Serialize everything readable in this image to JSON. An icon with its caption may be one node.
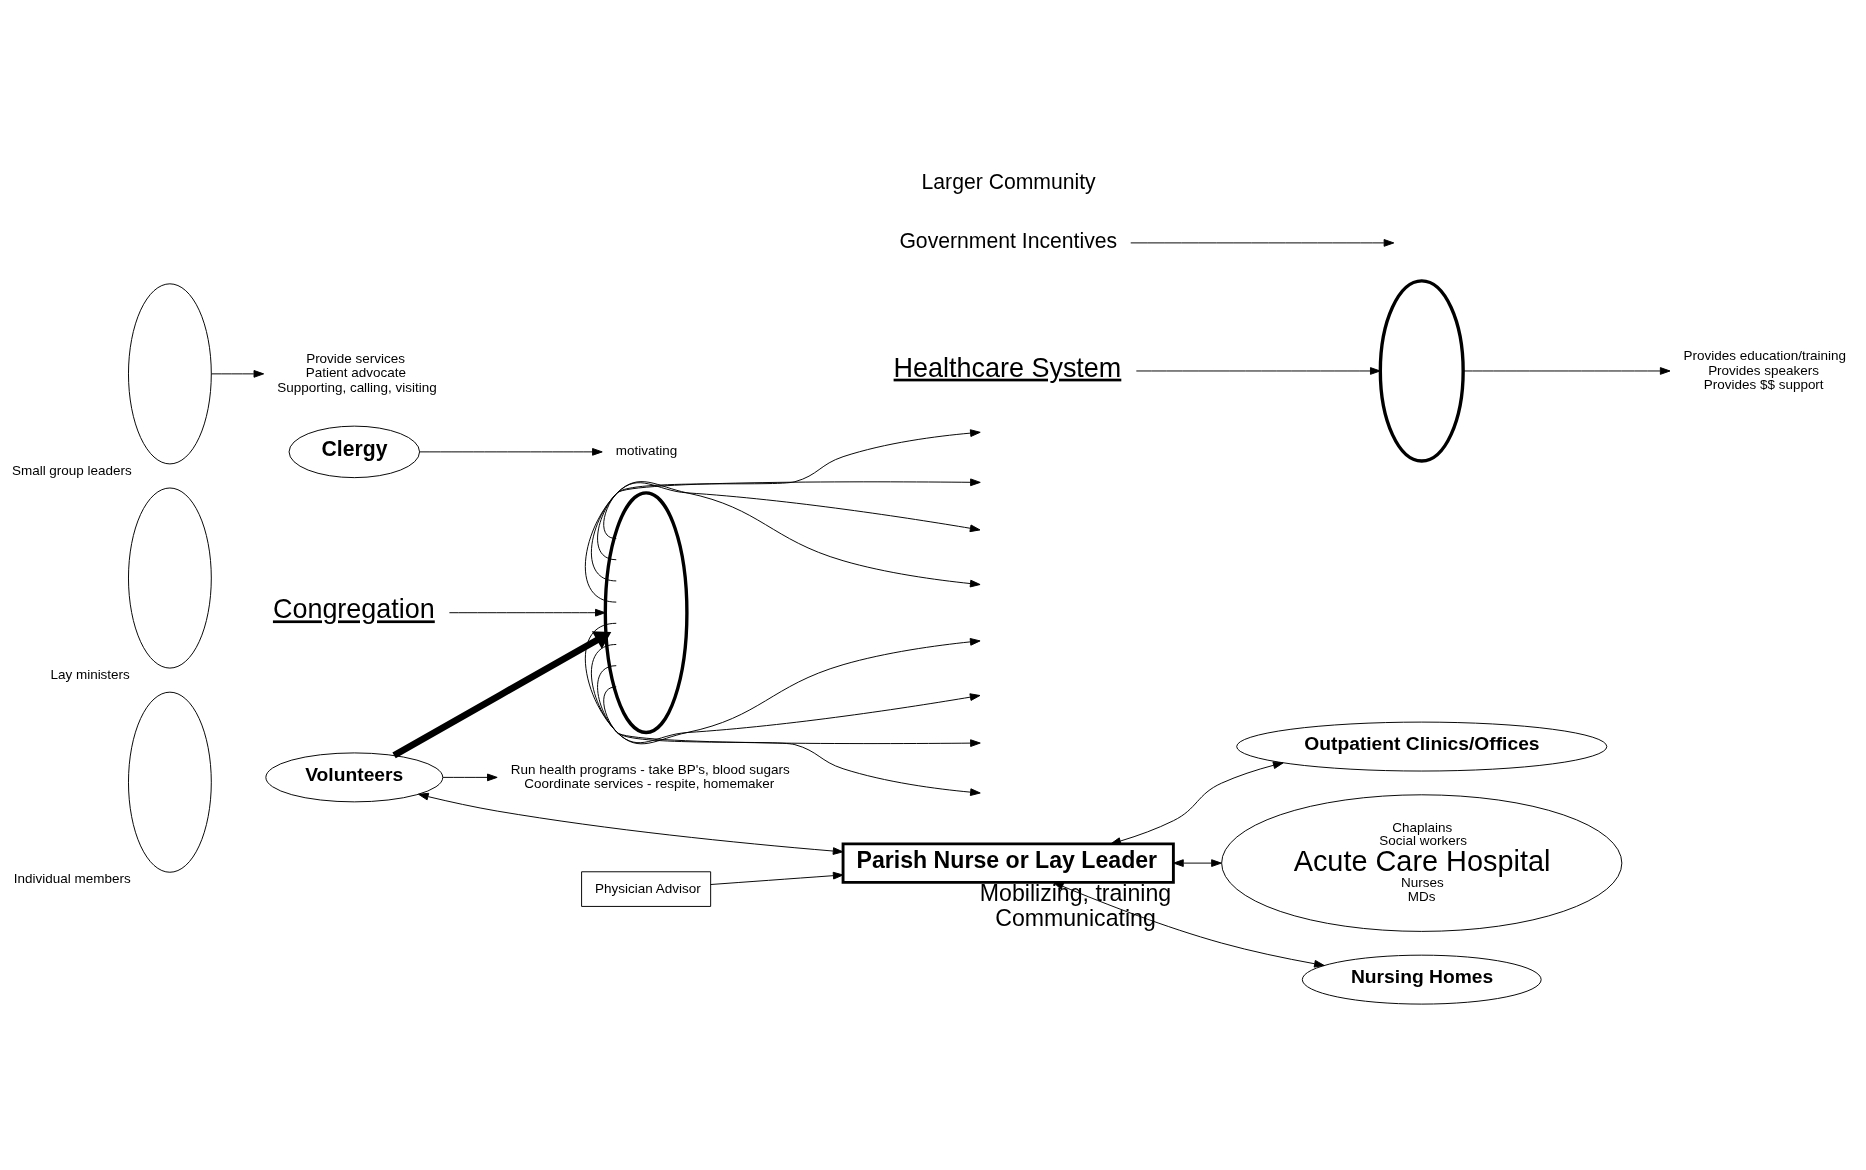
{
  "diagram": {
    "nodes": [
      {
        "text": [
          "Congregation"
        ]
      },
      {
        "text": [],
        "shape": "ellipse"
      },
      {
        "text": [
          "Clergy"
        ]
      },
      {
        "text": [
          "motivating"
        ]
      },
      {
        "text": [],
        "shape": "ellipse",
        "beside": [
          "Individual members"
        ]
      },
      {
        "text": [],
        "shape": "ellipse",
        "beside": [
          "Lay ministers"
        ]
      },
      {
        "text": [],
        "shape": "ellipse",
        "beside": [
          "Small group leaders"
        ]
      },
      {
        "text": [
          "Volunteers"
        ]
      },
      {
        "text": [
          "Run health programs - take BP's, blood sugars",
          "Coordinate services - respite, homemaker"
        ]
      },
      {
        "text": [
          "Provide services",
          "Patient advocate",
          "Supporting, calling, visiting"
        ]
      },
      {
        "text": [
          "Parish Nurse or Lay Leader"
        ],
        "beside": [
          "Mobilizing, training",
          "Communicating"
        ]
      },
      {
        "text": [
          "Physician Advisor"
        ]
      },
      {
        "text": [
          "Healthcare System"
        ]
      },
      {
        "text": [],
        "shape": "ellipse"
      },
      {
        "text": [
          "Outpatient Clinics/Offices"
        ]
      },
      {
        "text": [
          "Chaplains",
          "Social workers",
          "Acute Care Hospital",
          "Nurses",
          "MDs"
        ]
      },
      {
        "text": [
          "Nursing Homes"
        ]
      },
      {
        "text": [
          "Government Incentives"
        ]
      },
      {
        "text": [
          "Provides education/training",
          "Provides speakers",
          "Provides $$ support"
        ]
      }
    ],
    "edges": [
      {
        "from": 0,
        "to": 1,
        "arrow": "to"
      },
      {
        "from": 2,
        "to": 3,
        "arrow": "to"
      },
      {
        "from": 7,
        "to": 8,
        "arrow": "to"
      },
      {
        "from": 7,
        "to": 1,
        "arrow": "to",
        "style": "thick"
      },
      {
        "from": 1,
        "to": null,
        "arrow": "to"
      },
      {
        "from": 1,
        "to": null,
        "arrow": "to"
      },
      {
        "from": 1,
        "to": null,
        "arrow": "to"
      },
      {
        "from": 1,
        "to": null,
        "arrow": "to"
      },
      {
        "from": 1,
        "to": null,
        "arrow": "to"
      },
      {
        "from": 1,
        "to": null,
        "arrow": "to"
      },
      {
        "from": 1,
        "to": null,
        "arrow": "to"
      },
      {
        "from": 1,
        "to": null,
        "arrow": "to"
      },
      {
        "from": 6,
        "to": 9,
        "arrow": "to"
      },
      {
        "from": 7,
        "to": 10,
        "arrow": "both"
      },
      {
        "from": 11,
        "to": 10,
        "arrow": "to"
      },
      {
        "from": 10,
        "to": 14,
        "arrow": "both"
      },
      {
        "from": 10,
        "to": 15,
        "arrow": "both"
      },
      {
        "from": 10,
        "to": 16,
        "arrow": "both"
      },
      {
        "from": 17,
        "to": null,
        "arrow": "to"
      },
      {
        "from": 12,
        "to": 13,
        "arrow": "to"
      },
      {
        "from": 13,
        "to": 18,
        "arrow": "to"
      }
    ],
    "labels": [
      "Larger Community"
    ]
  }
}
